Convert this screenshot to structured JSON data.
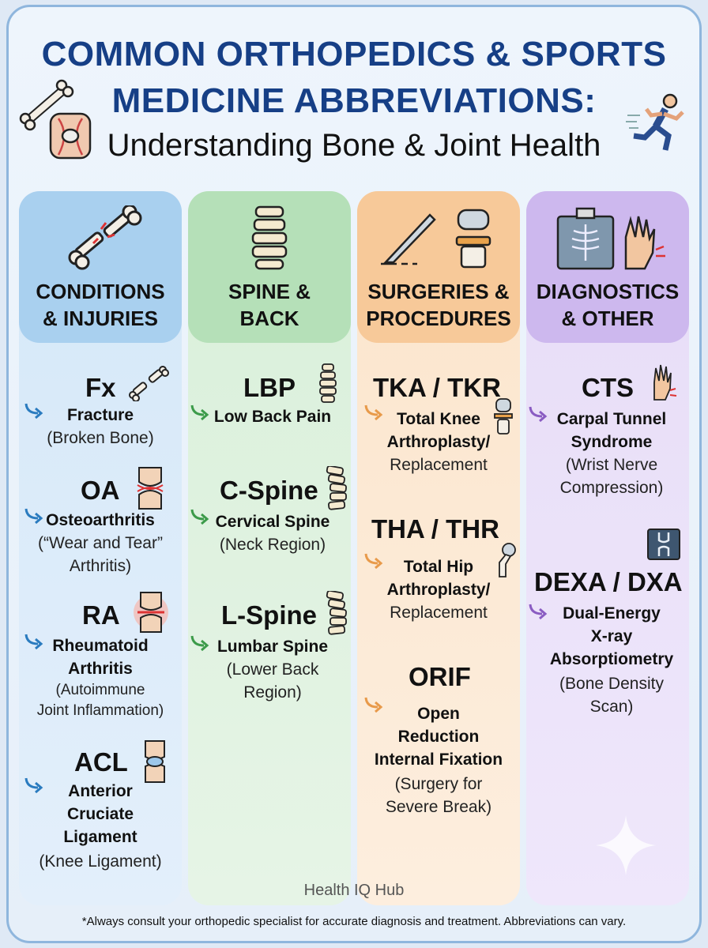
{
  "header": {
    "title_line1": "COMMON ORTHOPEDICS & SPORTS",
    "title_line2": "MEDICINE ABBREVIATIONS:",
    "subtitle": "Understanding Bone & Joint Health"
  },
  "colors": {
    "title": "#163f86",
    "conditions": "#cfe4f6",
    "spine": "#d6efd8",
    "surgeries": "#fbe3c9",
    "diagnostics": "#e6dcf6"
  },
  "columns": [
    {
      "title_l1": "CONDITIONS",
      "title_l2": "& INJURIES",
      "icon": "broken-bone-icon",
      "entries": [
        {
          "abbr": "Fx",
          "full": [
            "Fracture"
          ],
          "desc": [
            "(Broken Bone)"
          ],
          "icon": "broken-bone-icon"
        },
        {
          "abbr": "OA",
          "full": [
            "Osteoarthritis"
          ],
          "desc": [
            "(“Wear and Tear”",
            "Arthritis)"
          ],
          "icon": "joint-icon"
        },
        {
          "abbr": "RA",
          "full": [
            "Rheumatoid",
            "Arthritis"
          ],
          "desc": [
            "(Autoimmune",
            "Joint Inflammation)"
          ],
          "icon": "inflamed-joint-icon"
        },
        {
          "abbr": "ACL",
          "full": [
            "Anterior",
            "Cruciate",
            "Ligament"
          ],
          "desc": [
            "(Knee Ligament)"
          ],
          "icon": "knee-icon"
        }
      ]
    },
    {
      "title_l1": "SPINE &",
      "title_l2": "BACK",
      "icon": "spine-icon",
      "entries": [
        {
          "abbr": "LBP",
          "full": [
            "Low Back Pain"
          ],
          "desc": [],
          "icon": "spine-icon"
        },
        {
          "abbr": "C-Spine",
          "full": [
            "Cervical Spine"
          ],
          "desc": [
            "(Neck Region)"
          ],
          "icon": "vertebrae-icon"
        },
        {
          "abbr": "L-Spine",
          "full": [
            "Lumbar Spine"
          ],
          "desc": [
            "(Lower Back",
            "Region)"
          ],
          "icon": "vertebrae-icon"
        }
      ]
    },
    {
      "title_l1": "SURGERIES &",
      "title_l2": "PROCEDURES",
      "icon": "scalpel-icon",
      "entries": [
        {
          "abbr": "TKA / TKR",
          "full": [
            "Total Knee",
            "Arthroplasty/"
          ],
          "desc": [
            "Replacement"
          ],
          "icon": "knee-implant-icon"
        },
        {
          "abbr": "THA / THR",
          "full": [
            "Total Hip",
            "Arthroplasty/"
          ],
          "desc": [
            "Replacement"
          ],
          "icon": "hip-implant-icon"
        },
        {
          "abbr": "ORIF",
          "full": [
            "Open",
            "Reduction",
            "Internal Fixation"
          ],
          "desc": [
            "(Surgery for",
            "Severe Break)"
          ],
          "icon": ""
        }
      ]
    },
    {
      "title_l1": "DIAGNOSTICS",
      "title_l2": "& OTHER",
      "icon": "xray-icon",
      "entries": [
        {
          "abbr": "CTS",
          "full": [
            "Carpal Tunnel",
            "Syndrome"
          ],
          "desc": [
            "(Wrist Nerve",
            "Compression)"
          ],
          "icon": "hand-icon"
        },
        {
          "abbr": "DEXA / DXA",
          "full": [
            "Dual-Energy",
            "X-ray",
            "Absorptiometry"
          ],
          "desc": [
            "(Bone Density",
            "Scan)"
          ],
          "icon": "xray-knee-icon"
        }
      ]
    }
  ],
  "brand": "Health IQ Hub",
  "footnote": "*Always consult your orthopedic specialist for accurate diagnosis and treatment. Abbreviations can vary."
}
